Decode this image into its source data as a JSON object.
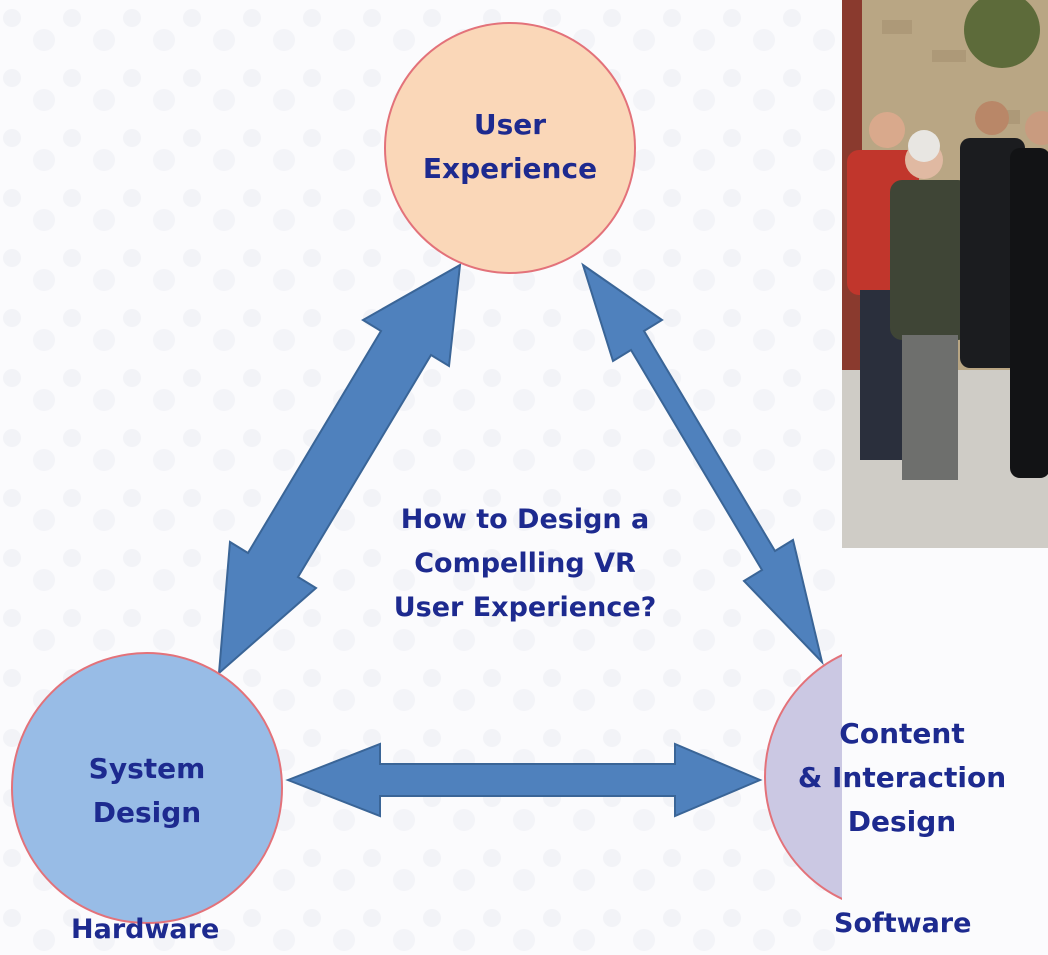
{
  "diagram": {
    "top_node": {
      "lines": [
        "User",
        "Experience"
      ],
      "fill": "#fad7b8",
      "stroke": "#e3727a"
    },
    "left_node": {
      "lines": [
        "System",
        "Design"
      ],
      "fill": "#98bce6",
      "stroke": "#e3727a",
      "caption": "Hardware"
    },
    "right_node": {
      "lines": [
        "Content",
        "& Interaction",
        "Design"
      ],
      "fill": "#cbc8e3",
      "stroke": "#e3727a",
      "caption": "Software"
    },
    "center_question": [
      "How to Design a",
      "Compelling VR",
      "User Experience?"
    ],
    "arrow_color": "#4f81bd",
    "arrow_stroke": "#3a6597",
    "text_color": "#1d2a8f"
  },
  "photo": {
    "subject": "group-of-people-standing-in-front-of-stone-building",
    "colors": {
      "wall": "#b9a684",
      "ground": "#c9c6c0",
      "door": "#8a3a2e"
    }
  }
}
